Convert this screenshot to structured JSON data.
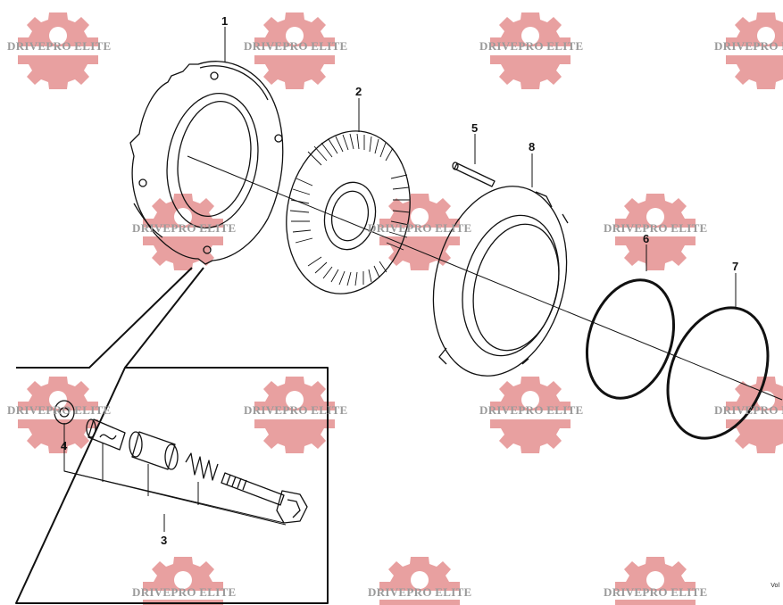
{
  "watermark": {
    "text": "DRIVEPRO ELITE",
    "gear_color": "#e8a0a0",
    "text_color": "#9a9a9a"
  },
  "callouts": {
    "c1": "1",
    "c2": "2",
    "c3": "3",
    "c4": "4",
    "c5": "5",
    "c6": "6",
    "c7": "7",
    "c8": "8"
  },
  "corner_code": "Vol",
  "colors": {
    "line": "#111111",
    "detail_box": "#111111"
  },
  "icons": [
    "gear-watermark-icon"
  ]
}
